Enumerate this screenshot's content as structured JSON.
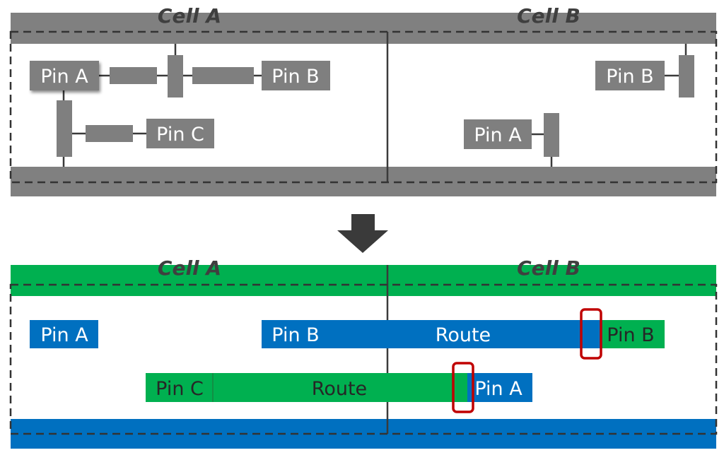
{
  "colors": {
    "gray_rail": "#808080",
    "gray_block": "#7f7f7f",
    "wire": "#3a3a3a",
    "border_dash": "#333333",
    "green": "#00b050",
    "blue": "#0070c0",
    "highlight": "#c00000",
    "arrow": "#3a3a3a"
  },
  "top": {
    "cell_a": {
      "title": "Cell A",
      "pin_a": "Pin A",
      "pin_b": "Pin B",
      "pin_c": "Pin C"
    },
    "cell_b": {
      "title": "Cell B",
      "pin_a": "Pin A",
      "pin_b": "Pin B"
    }
  },
  "arrow_icon": "down-arrow-icon",
  "bottom": {
    "cell_a_title": "Cell A",
    "cell_b_title": "Cell B",
    "pin_a_left": "Pin A",
    "pin_b_left": "Pin B",
    "route_blue": "Route",
    "pin_b_right": "Pin B",
    "pin_c": "Pin C",
    "route_green": "Route",
    "pin_a_right": "Pin A"
  }
}
